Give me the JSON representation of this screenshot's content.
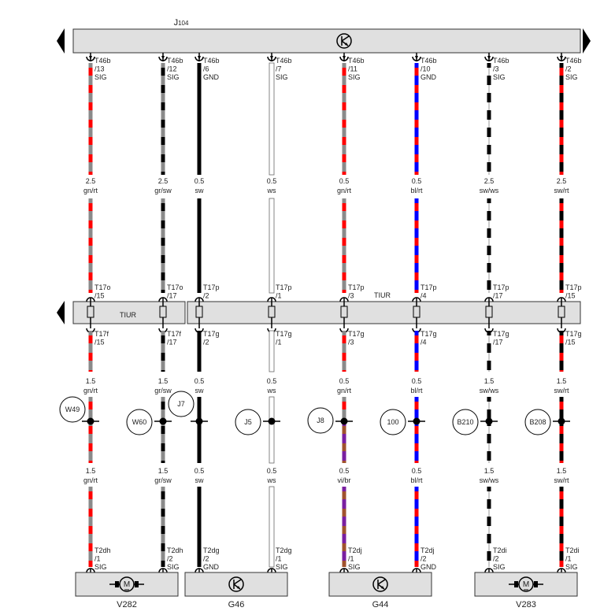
{
  "title": "J104",
  "tiur_label": "TIUR",
  "wire_colors": {
    "gn": "#8a8a8a",
    "gr": "#8a8a8a",
    "rt": "#ff0000",
    "sw": "#000000",
    "ws": "#ffffff",
    "bl": "#0000ff",
    "vi": "#7a1fa0",
    "br": "#a0522d"
  },
  "wires": [
    {
      "top": [
        "T46b",
        "/13",
        "SIG"
      ],
      "seg1": [
        "2.5",
        "gn/rt"
      ],
      "mid_up": [
        "T17o",
        "/15"
      ],
      "mid_dn": [
        "T17f",
        "/15"
      ],
      "seg2": [
        "1.5",
        "gn/rt"
      ],
      "splice": "W49",
      "seg3": [
        "1.5",
        "gn/rt"
      ],
      "bot": [
        "T2dh",
        "/1",
        "SIG"
      ]
    },
    {
      "top": [
        "T46b",
        "/12",
        "SIG"
      ],
      "seg1": [
        "2.5",
        "gr/sw"
      ],
      "mid_up": [
        "T17o",
        "/17"
      ],
      "mid_dn": [
        "T17f",
        "/17"
      ],
      "seg2": [
        "1.5",
        "gr/sw"
      ],
      "splice": "W60",
      "seg3": [
        "1.5",
        "gr/sw"
      ],
      "bot": [
        "T2dh",
        "/2",
        "SIG"
      ]
    },
    {
      "top": [
        "T46b",
        "/6",
        "GND"
      ],
      "seg1": [
        "0.5",
        "sw"
      ],
      "mid_up": [
        "T17p",
        "/2"
      ],
      "mid_dn": [
        "T17g",
        "/2"
      ],
      "seg2": [
        "0.5",
        "sw"
      ],
      "splice": "J7",
      "seg3": [
        "0.5",
        "sw"
      ],
      "bot": [
        "T2dg",
        "/2",
        "GND"
      ]
    },
    {
      "top": [
        "T46b",
        "/7",
        "SIG"
      ],
      "seg1": [
        "0.5",
        "ws"
      ],
      "mid_up": [
        "T17p",
        "/1"
      ],
      "mid_dn": [
        "T17g",
        "/1"
      ],
      "seg2": [
        "0.5",
        "ws"
      ],
      "splice": "J5",
      "seg3": [
        "0.5",
        "ws"
      ],
      "bot": [
        "T2dg",
        "/1",
        "SIG"
      ]
    },
    {
      "top": [
        "T46b",
        "/11",
        "SIG"
      ],
      "seg1": [
        "0.5",
        "gn/rt"
      ],
      "mid_up": [
        "T17p",
        "/3"
      ],
      "mid_dn": [
        "T17g",
        "/3"
      ],
      "seg2": [
        "0.5",
        "gn/rt"
      ],
      "splice": "J8",
      "seg3": [
        "0.5",
        "vi/br"
      ],
      "bot": [
        "T2dj",
        "/1",
        "SIG"
      ]
    },
    {
      "top": [
        "T46b",
        "/10",
        "GND"
      ],
      "seg1": [
        "0.5",
        "bl/rt"
      ],
      "mid_up": [
        "T17p",
        "/4"
      ],
      "mid_dn": [
        "T17g",
        "/4"
      ],
      "seg2": [
        "0.5",
        "bl/rt"
      ],
      "splice": "100",
      "seg3": [
        "0.5",
        "bl/rt"
      ],
      "bot": [
        "T2dj",
        "/2",
        "GND"
      ]
    },
    {
      "top": [
        "T46b",
        "/3",
        "SIG"
      ],
      "seg1": [
        "2.5",
        "sw/ws"
      ],
      "mid_up": [
        "T17p",
        "/17"
      ],
      "mid_dn": [
        "T17g",
        "/17"
      ],
      "seg2": [
        "1.5",
        "sw/ws"
      ],
      "splice": "B210",
      "seg3": [
        "1.5",
        "sw/ws"
      ],
      "bot": [
        "T2di",
        "/2",
        "SIG"
      ]
    },
    {
      "top": [
        "T46b",
        "/2",
        "SIG"
      ],
      "seg1": [
        "2.5",
        "sw/rt"
      ],
      "mid_up": [
        "T17p",
        "/15"
      ],
      "mid_dn": [
        "T17g",
        "/15"
      ],
      "seg2": [
        "1.5",
        "sw/rt"
      ],
      "splice": "B208",
      "seg3": [
        "1.5",
        "sw/rt"
      ],
      "bot": [
        "T2di",
        "/1",
        "SIG"
      ]
    }
  ],
  "components": [
    {
      "name": "V282",
      "symbol": "motor"
    },
    {
      "name": "G46",
      "symbol": "sensor"
    },
    {
      "name": "G44",
      "symbol": "sensor"
    },
    {
      "name": "V283",
      "symbol": "motor"
    }
  ]
}
